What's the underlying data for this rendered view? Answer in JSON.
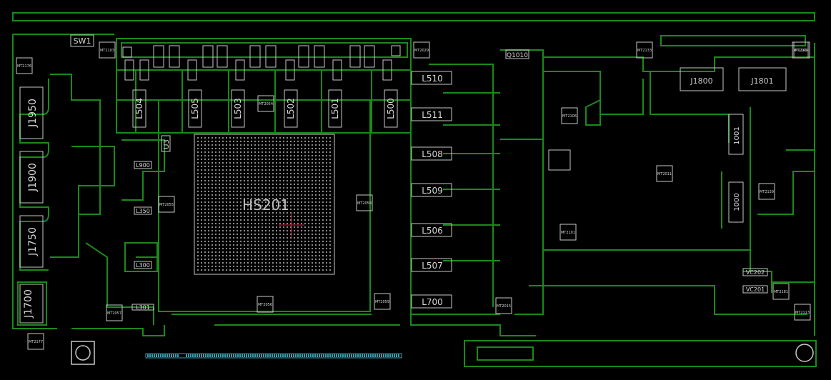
{
  "palette": {
    "background": "#000000",
    "trace": "#1a8a1a",
    "silk": "#d8d8d8",
    "copper": "#c8c8c8",
    "marker": "#c02040"
  },
  "labels": {
    "sw": "SW1",
    "hs": "HS201",
    "j1700": "J1700",
    "j1950": "J1950",
    "j1900": "J1900",
    "j1750": "J1750",
    "l510": "L510",
    "l511": "L511",
    "l508": "L508",
    "l509": "L509",
    "l506": "L506",
    "l507": "L507",
    "l700": "L700",
    "u3": "U3",
    "l300": "L300",
    "l900": "L900",
    "l350": "L350",
    "l301": "L301",
    "q_top": "Q1010",
    "j1800": "J1800",
    "j1801": "J1801",
    "c_1001": "1001",
    "c_1000": "1000",
    "vc1": "VC202",
    "vc2": "VC201"
  },
  "inductors_top": [
    "L504",
    "L505",
    "L503",
    "L502",
    "L501",
    "L500"
  ],
  "mounts": {
    "mt2176": "MT2176",
    "mt2103": "MT2103",
    "mt2029": "MT2029",
    "mt2133": "MT2133",
    "mt2141": "MT2141",
    "mt2177": "MT2177",
    "mt2054": "MT2054",
    "mt2055": "MT2055",
    "mt2058": "MT2058",
    "mt2057": "MT2057",
    "mt2056": "MT2056",
    "mt2059": "MT2059",
    "mt2011": "MT2011",
    "mt2106": "MT2106",
    "mt2101": "MT2101",
    "mt2015": "MT2015",
    "mt2139": "MT2139",
    "mt2181": "MT2181",
    "mt2113": "MT2113",
    "mt2114": "MT2114"
  }
}
